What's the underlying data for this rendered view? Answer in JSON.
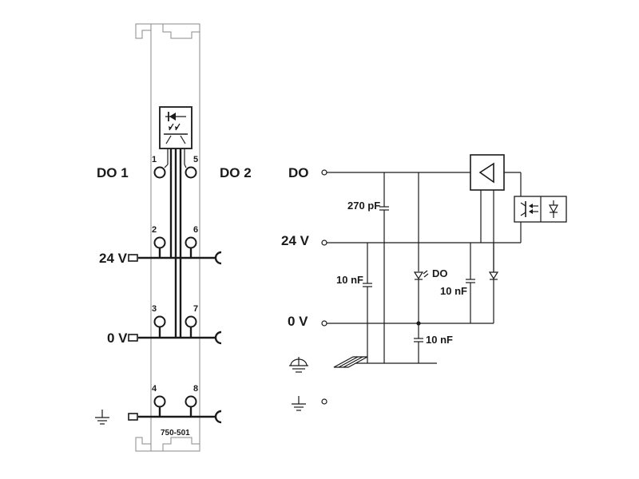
{
  "module": {
    "code": "750-501",
    "channel_labels": {
      "do1": "DO 1",
      "do2": "DO 2"
    },
    "pins": [
      "1",
      "2",
      "3",
      "4",
      "5",
      "6",
      "7",
      "8"
    ],
    "rails": {
      "v24": "24 V",
      "v0": "0 V"
    }
  },
  "schematic": {
    "terminals": {
      "do": "DO",
      "v24": "24 V",
      "v0": "0 V"
    },
    "components": {
      "c_270": "270 pF",
      "c_10_left": "10 nF",
      "c_10_mid": "10 nF",
      "c_10_bottom": "10 nF",
      "led_label": "DO"
    }
  },
  "icons": [
    "ground-icon",
    "functional-earth-icon",
    "din-rail-icon",
    "optocoupler-icon",
    "amplifier-icon",
    "led-icon",
    "diode-icon",
    "capacitor-icon"
  ]
}
